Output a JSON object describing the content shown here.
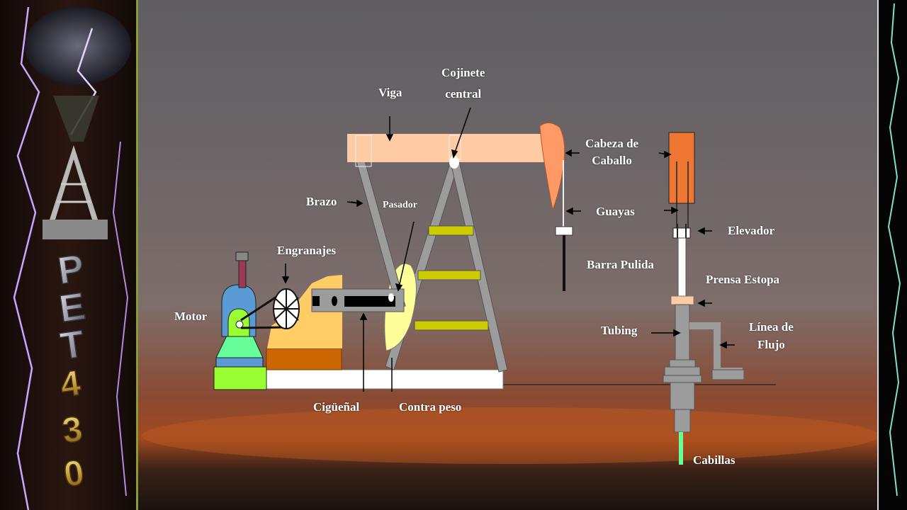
{
  "labels": {
    "cojinete": [
      "Cojinete",
      "central"
    ],
    "viga": "Viga",
    "cabeza": [
      "Cabeza de",
      "Caballo"
    ],
    "brazo": "Brazo",
    "pasador": "Pasador",
    "guayas": "Guayas",
    "elevador": "Elevador",
    "engranajes": "Engranajes",
    "barra_pulida": "Barra Pulida",
    "prensa_estopa": "Prensa Estopa",
    "motor": "Motor",
    "linea_flujo": [
      "Línea de",
      "Flujo"
    ],
    "tubing": "Tubing",
    "ciguenal": "Cigüeñal",
    "contra_peso": "Contra peso",
    "cabillas": "Cabillas"
  },
  "sidebar": {
    "letters": [
      "P",
      "E",
      "T",
      "4",
      "3",
      "0"
    ]
  },
  "colors": {
    "beam": "#FFCBA4",
    "horsehead": "#FF9966",
    "pole": "#EE7733",
    "ladder": "#CCCC00",
    "counterweight": "#FFFF99",
    "motor_blue": "#5B9BD5",
    "motor_green": "#66FF99",
    "lime": "#99FF33",
    "gearbox": "#FFCC66",
    "base_brown": "#CC6600"
  }
}
